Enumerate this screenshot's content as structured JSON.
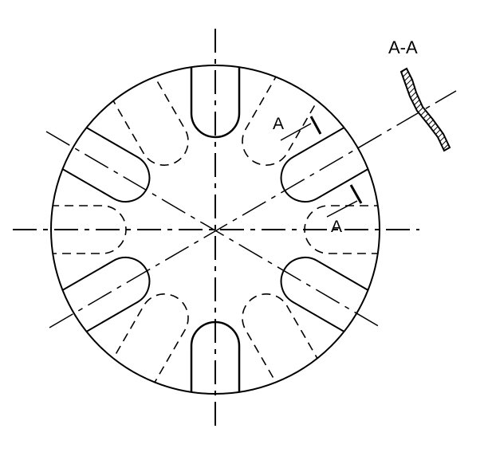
{
  "labels": {
    "section_title": "A-A",
    "cut_upper": "A",
    "cut_lower": "A"
  },
  "colors": {
    "ink": "#000000",
    "background": "#ffffff"
  }
}
